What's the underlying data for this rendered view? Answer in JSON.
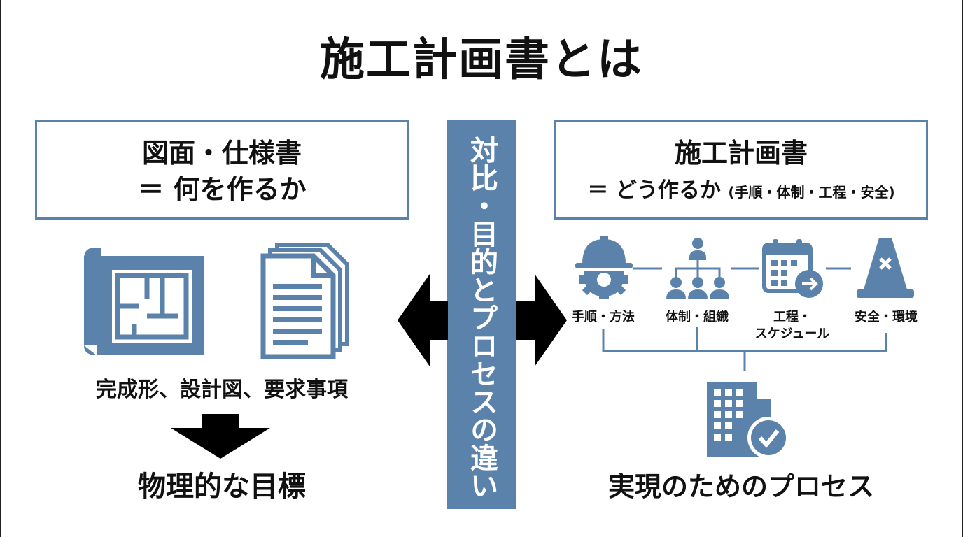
{
  "title": "施工計画書とは",
  "left_panel": {
    "title_line1": "図面・仕様書",
    "title_line2": "＝ 何を作るか",
    "icons": [
      "blueprint-icon",
      "documents-icon"
    ],
    "caption": "完成形、設計図、要求事項",
    "result": "物理的な目標"
  },
  "center_bar": {
    "text": "対比・目的とプロセスの違い"
  },
  "right_panel": {
    "title_line1": "施工計画書",
    "title_line2_main": "＝ どう作るか",
    "title_line2_detail": "(手順・体制・工程・安全)",
    "steps": [
      {
        "icon": "hardhat-gear-icon",
        "label_line1": "手順・方法",
        "label_line2": ""
      },
      {
        "icon": "org-chart-icon",
        "label_line1": "体制・組織",
        "label_line2": ""
      },
      {
        "icon": "calendar-icon",
        "label_line1": "工程・",
        "label_line2": "スケジュール"
      },
      {
        "icon": "traffic-cone-icon",
        "label_line1": "安全・環境",
        "label_line2": ""
      }
    ],
    "result_icon": "building-check-icon",
    "result": "実現のためのプロセス"
  },
  "colors": {
    "accent": "#5b82aa",
    "text": "#111111",
    "arrow": "#000000",
    "background": "#ffffff"
  }
}
